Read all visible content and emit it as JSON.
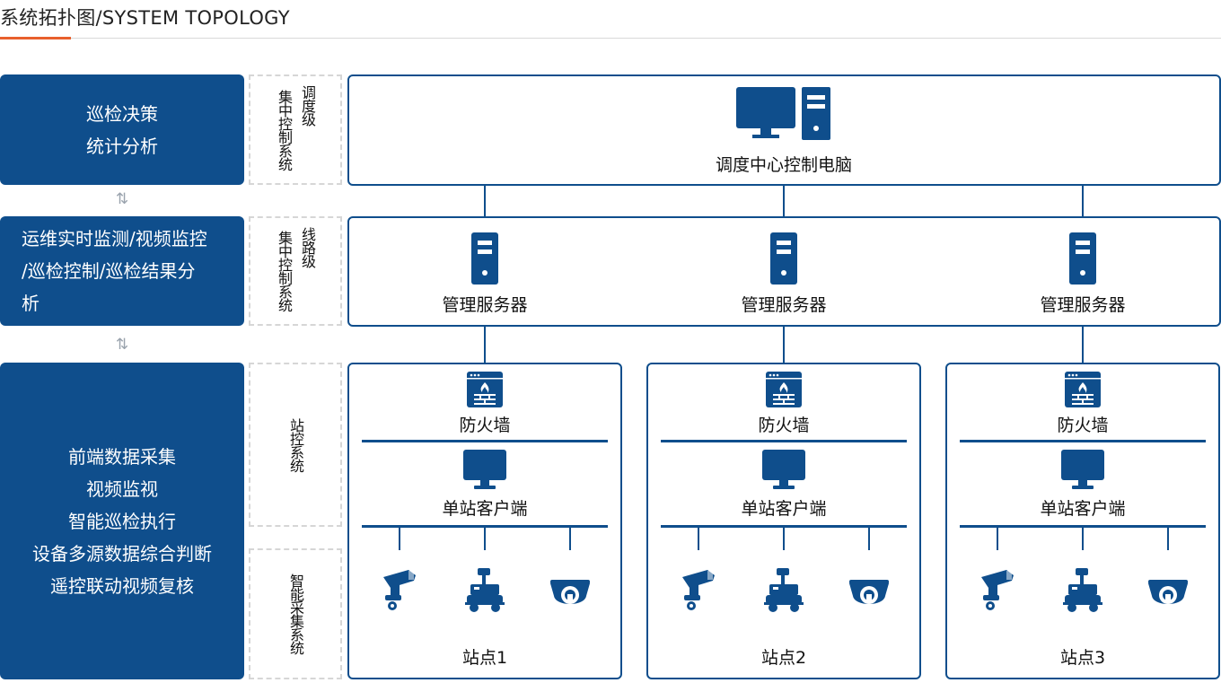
{
  "title": "系统拓扑图/SYSTEM TOPOLOGY",
  "colors": {
    "primary": "#0f4e8c",
    "accent": "#e8602c",
    "dashed_border": "#d6d6d6"
  },
  "left_panel": [
    {
      "lines": [
        "巡检决策",
        "统计分析"
      ]
    },
    {
      "lines": [
        "运维实时监测/视频监控",
        "/巡检控制/巡检结果分",
        "析"
      ]
    },
    {
      "lines": [
        "前端数据采集",
        "视频监视",
        "智能巡检执行",
        "设备多源数据综合判断",
        "遥控联动视频复核"
      ]
    }
  ],
  "level_labels": [
    {
      "main": "集中控制系统",
      "sub": "调度级"
    },
    {
      "main": "集中控制系统",
      "sub": "线路级"
    },
    {
      "main": "站控系统",
      "sub": ""
    },
    {
      "main": "智能采集系统",
      "sub": ""
    }
  ],
  "dispatch": {
    "label": "调度中心控制电脑",
    "icon": "desktop-computer-icon"
  },
  "servers": [
    {
      "label": "管理服务器",
      "icon": "server-icon"
    },
    {
      "label": "管理服务器",
      "icon": "server-icon"
    },
    {
      "label": "管理服务器",
      "icon": "server-icon"
    }
  ],
  "stations": [
    {
      "firewall": "防火墙",
      "client": "单站客户端",
      "name": "站点1",
      "devices": [
        "bullet-camera-icon",
        "inspection-robot-icon",
        "dome-camera-icon"
      ]
    },
    {
      "firewall": "防火墙",
      "client": "单站客户端",
      "name": "站点2",
      "devices": [
        "bullet-camera-icon",
        "inspection-robot-icon",
        "dome-camera-icon"
      ]
    },
    {
      "firewall": "防火墙",
      "client": "单站客户端",
      "name": "站点3",
      "devices": [
        "bullet-camera-icon",
        "inspection-robot-icon",
        "dome-camera-icon"
      ]
    }
  ]
}
